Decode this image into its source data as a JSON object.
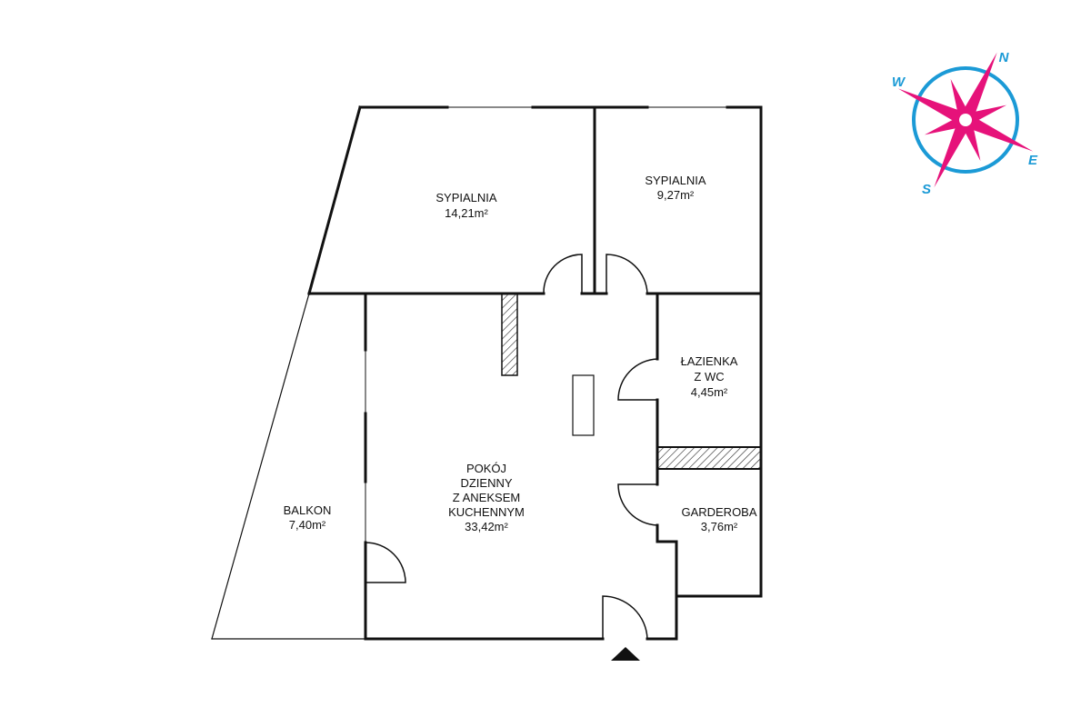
{
  "rooms": [
    {
      "name": "SYPIALNIA",
      "area": "14,21m²"
    },
    {
      "name": "SYPIALNIA",
      "area": "9,27m²"
    },
    {
      "name_lines": [
        "ŁAZIENKA",
        "Z WC"
      ],
      "area": "4,45m²"
    },
    {
      "name": "GARDEROBA",
      "area": "3,76m²"
    },
    {
      "name_lines": [
        "POKÓJ",
        "DZIENNY",
        "Z ANEKSEM",
        "KUCHENNYM"
      ],
      "area": "33,42m²"
    },
    {
      "name": "BALKON",
      "area": "7,40m²"
    }
  ],
  "compass": {
    "n": "N",
    "e": "E",
    "s": "S",
    "w": "W",
    "ring_color": "#1b9ad6",
    "star_color": "#e6127a"
  }
}
